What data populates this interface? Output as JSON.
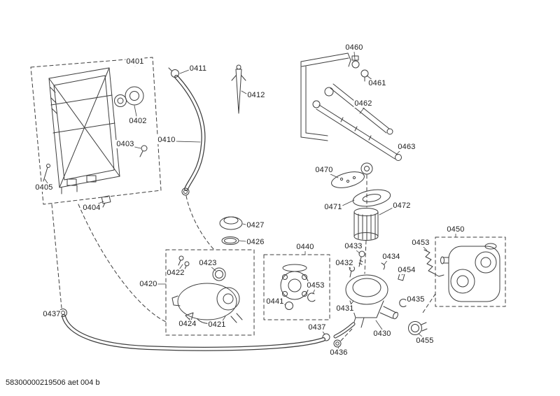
{
  "document": {
    "caption": "58300000219506 aet 004 b"
  },
  "colors": {
    "line": "#3d3d3d",
    "background": "#ffffff"
  },
  "labels": [
    {
      "text": "0401"
    },
    {
      "text": "0411"
    },
    {
      "text": "0412"
    },
    {
      "text": "0402"
    },
    {
      "text": "0403"
    },
    {
      "text": "0410"
    },
    {
      "text": "0405"
    },
    {
      "text": "0404"
    },
    {
      "text": "0460"
    },
    {
      "text": "0461"
    },
    {
      "text": "0462"
    },
    {
      "text": "0463"
    },
    {
      "text": "0470"
    },
    {
      "text": "0471"
    },
    {
      "text": "0472"
    },
    {
      "text": "0427"
    },
    {
      "text": "0426"
    },
    {
      "text": "0450"
    },
    {
      "text": "0453"
    },
    {
      "text": "0440"
    },
    {
      "text": "0433"
    },
    {
      "text": "0434"
    },
    {
      "text": "0432"
    },
    {
      "text": "0423"
    },
    {
      "text": "0422"
    },
    {
      "text": "0454"
    },
    {
      "text": "0420"
    },
    {
      "text": "0453"
    },
    {
      "text": "0441"
    },
    {
      "text": "0435"
    },
    {
      "text": "0431"
    },
    {
      "text": "0437"
    },
    {
      "text": "0424"
    },
    {
      "text": "0421"
    },
    {
      "text": "0437"
    },
    {
      "text": "0430"
    },
    {
      "text": "0455"
    },
    {
      "text": "0436"
    }
  ]
}
